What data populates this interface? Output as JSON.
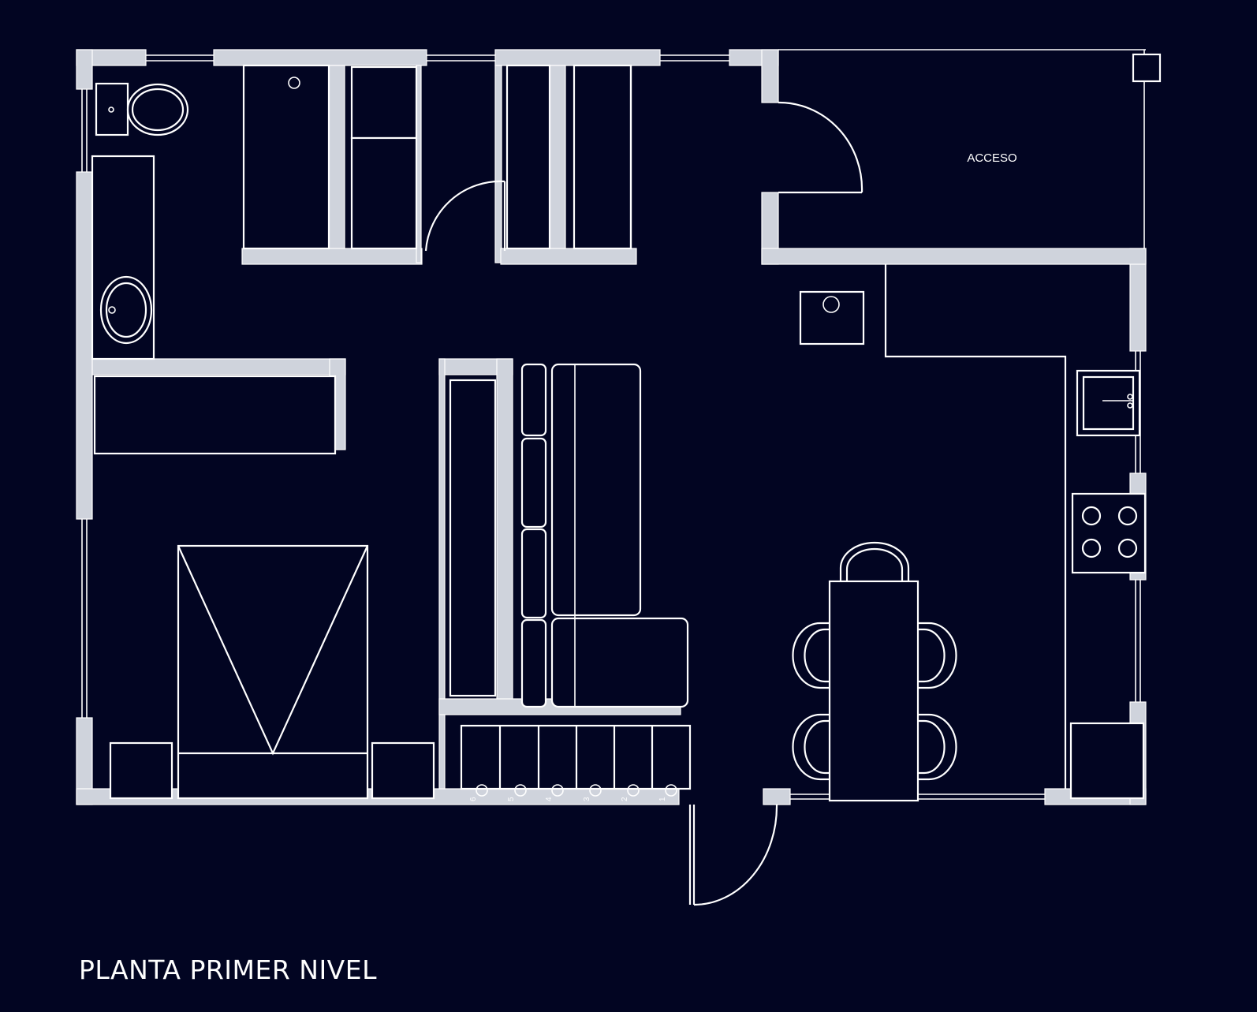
{
  "labels": {
    "access": "ACCESO",
    "title": "PLANTA PRIMER NIVEL"
  },
  "steps": [
    "6",
    "5",
    "4",
    "3",
    "2",
    "1"
  ],
  "colors": {
    "background": "#020522",
    "wall_fill": "#cfd3dc",
    "lines": "#ffffff"
  }
}
